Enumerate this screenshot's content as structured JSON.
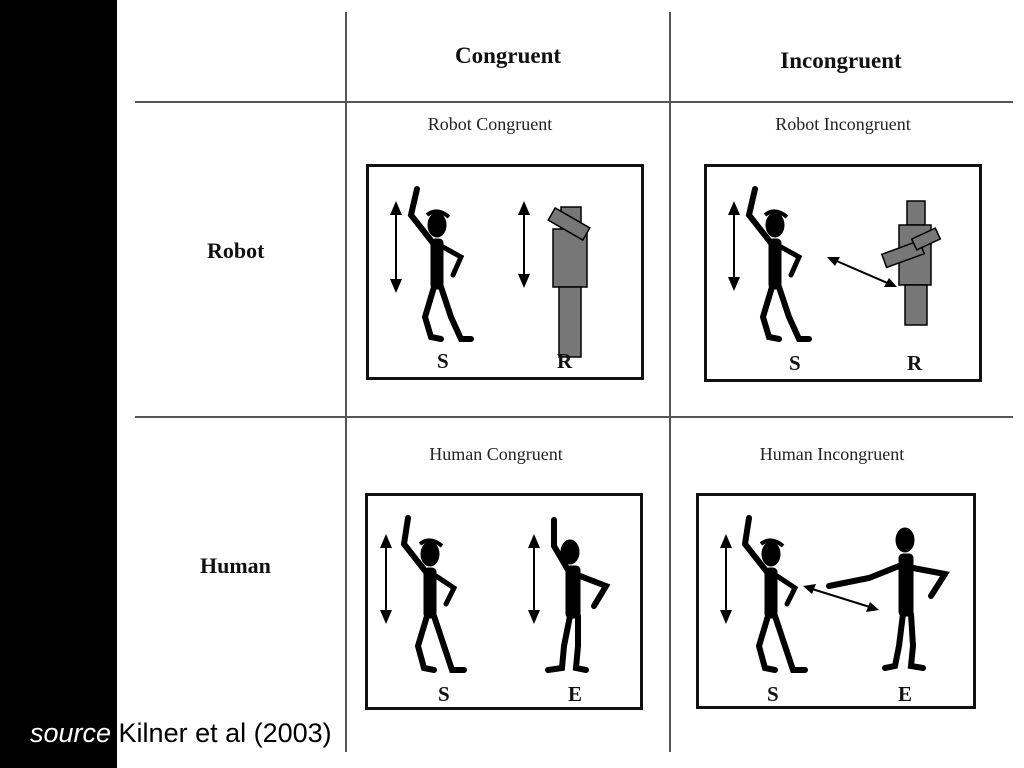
{
  "columns": {
    "congruent": "Congruent",
    "incongruent": "Incongruent"
  },
  "rows": {
    "robot": "Robot",
    "human": "Human"
  },
  "cells": {
    "robot_congruent": {
      "title": "Robot Congruent",
      "left": "S",
      "right": "R"
    },
    "robot_incongruent": {
      "title": "Robot Incongruent",
      "left": "S",
      "right": "R"
    },
    "human_congruent": {
      "title": "Human Congruent",
      "left": "S",
      "right": "E"
    },
    "human_incongruent": {
      "title": "Human Incongruent",
      "left": "S",
      "right": "E"
    }
  },
  "source": {
    "prefix": "source",
    "text": " Kilner et al (2003)"
  }
}
